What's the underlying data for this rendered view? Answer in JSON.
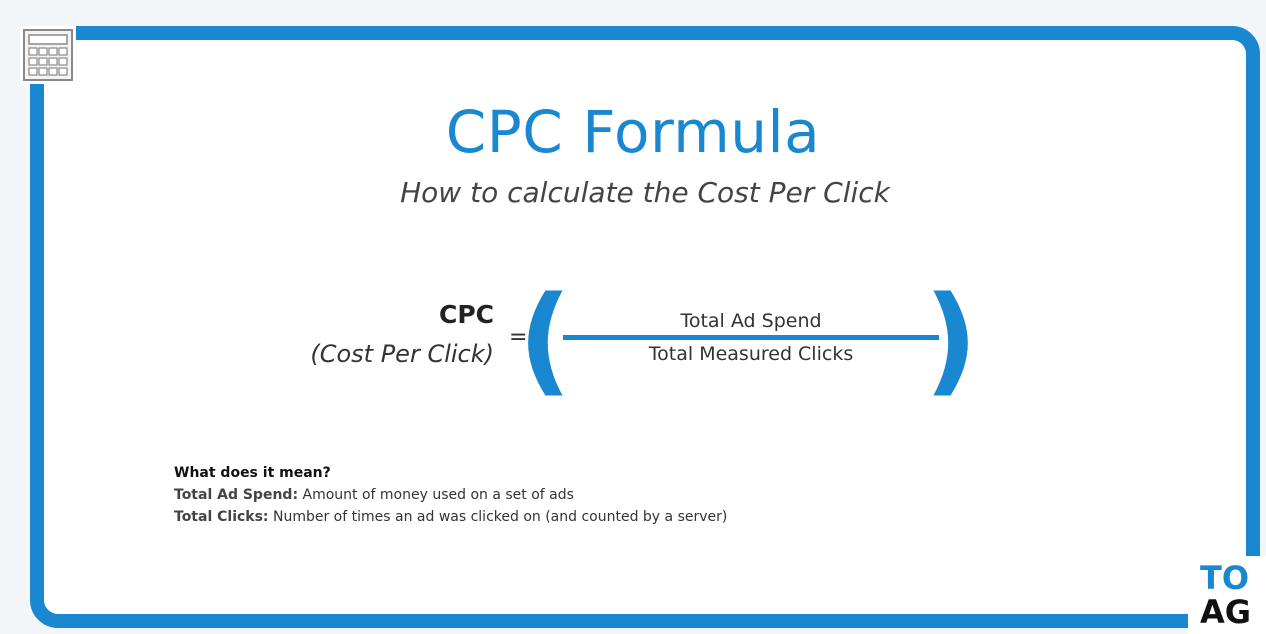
{
  "title": "CPC Formula",
  "subtitle": "How to calculate the Cost Per Click",
  "formula": {
    "left_label": "CPC",
    "left_sublabel": "(Cost Per Click)",
    "equals": "=",
    "open_paren": "(",
    "close_paren": ")",
    "numerator": "Total Ad Spend",
    "denominator": "Total Measured Clicks"
  },
  "meaning": {
    "heading": "What does it mean?",
    "items": [
      {
        "term": "Total Ad Spend:",
        "desc": " Amount of money used on a set of ads"
      },
      {
        "term": "Total Clicks:",
        "desc": " Number of times an ad was clicked on (and counted by a server)"
      }
    ]
  },
  "logo": {
    "line1": "TO",
    "line2": "AG"
  },
  "colors": {
    "accent": "#1a88d0",
    "text": "#333333"
  },
  "icons": {
    "corner": "calculator-icon"
  }
}
